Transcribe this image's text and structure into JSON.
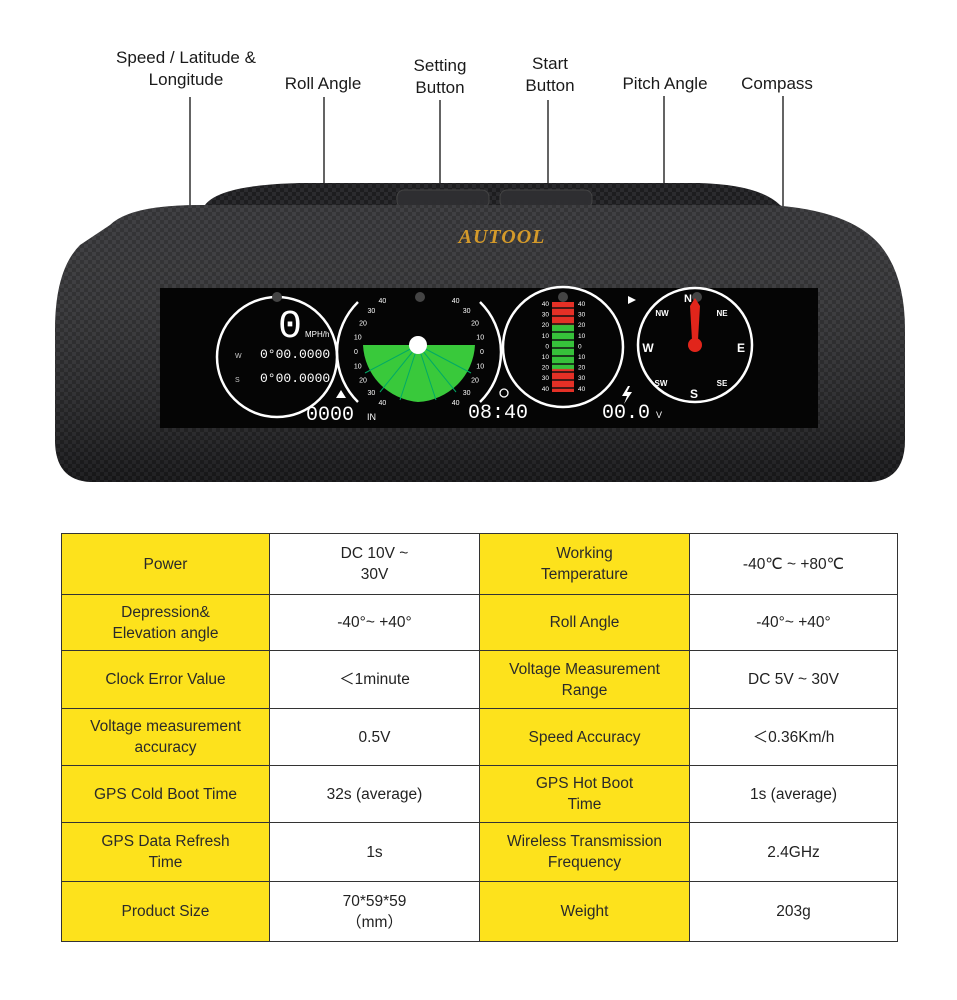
{
  "callouts": {
    "speed": "Speed / Latitude &\nLongitude",
    "roll": "Roll Angle",
    "setting": "Setting\nButton",
    "start": "Start\nButton",
    "pitch": "Pitch Angle",
    "compass": "Compass"
  },
  "device": {
    "brand": "AUTOOL",
    "speed_value": "0",
    "speed_unit": "MPH/h",
    "lat_prefix": "W",
    "lat_value": "0°00.0000",
    "lon_prefix": "S",
    "lon_value": "0°00.0000",
    "altitude": "0000",
    "altitude_unit": "IN",
    "clock": "08:40",
    "voltage": "00.0",
    "voltage_unit": "V",
    "roll_ticks": [
      "40",
      "30",
      "20",
      "10",
      "0",
      "10",
      "20",
      "30",
      "40"
    ],
    "pitch_ticks": [
      "40",
      "30",
      "20",
      "10",
      "0",
      "10",
      "20",
      "30",
      "40"
    ],
    "compass": {
      "n": "N",
      "ne": "NE",
      "e": "E",
      "se": "SE",
      "s": "S",
      "sw": "SW",
      "w": "W",
      "nw": "NW"
    }
  },
  "specs": [
    {
      "k1": "Power",
      "v1": "DC 10V ~\n30V",
      "k2": "Working\nTemperature",
      "v2": "-40℃ ~ +80℃"
    },
    {
      "k1": "Depression&\nElevation angle",
      "v1": "-40°~ +40°",
      "k2": "Roll Angle",
      "v2": "-40°~ +40°"
    },
    {
      "k1": "Clock Error Value",
      "v1": "＜1minute",
      "k2": "Voltage Measurement\nRange",
      "v2": "DC 5V ~ 30V"
    },
    {
      "k1": "Voltage measurement\naccuracy",
      "v1": "0.5V",
      "k2": "Speed Accuracy",
      "v2": "＜0.36Km/h"
    },
    {
      "k1": "GPS Cold Boot Time",
      "v1": "32s (average)",
      "k2": "GPS Hot Boot\nTime",
      "v2": "1s (average)"
    },
    {
      "k1": "GPS Data Refresh\nTime",
      "v1": "1s",
      "k2": "Wireless Transmission\nFrequency",
      "v2": "2.4GHz"
    },
    {
      "k1": "Product Size",
      "v1": "70*59*59\n（mm）",
      "k2": "Weight",
      "v2": "203g"
    }
  ]
}
